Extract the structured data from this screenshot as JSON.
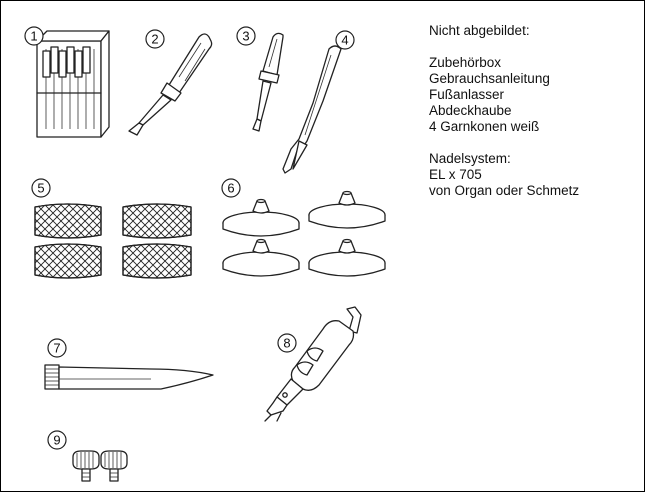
{
  "markers": [
    "1",
    "2",
    "3",
    "4",
    "5",
    "6",
    "7",
    "8",
    "9"
  ],
  "notes": {
    "heading": "Nicht abgebildet:",
    "items": [
      "Zubehörbox",
      "Gebrauchsanleitung",
      "Fußanlasser",
      "Abdeckhaube",
      "4 Garnkonen weiß"
    ],
    "needle_heading": "Nadelsystem:",
    "needle_lines": [
      "EL x 705",
      "von Organ oder Schmetz"
    ]
  }
}
